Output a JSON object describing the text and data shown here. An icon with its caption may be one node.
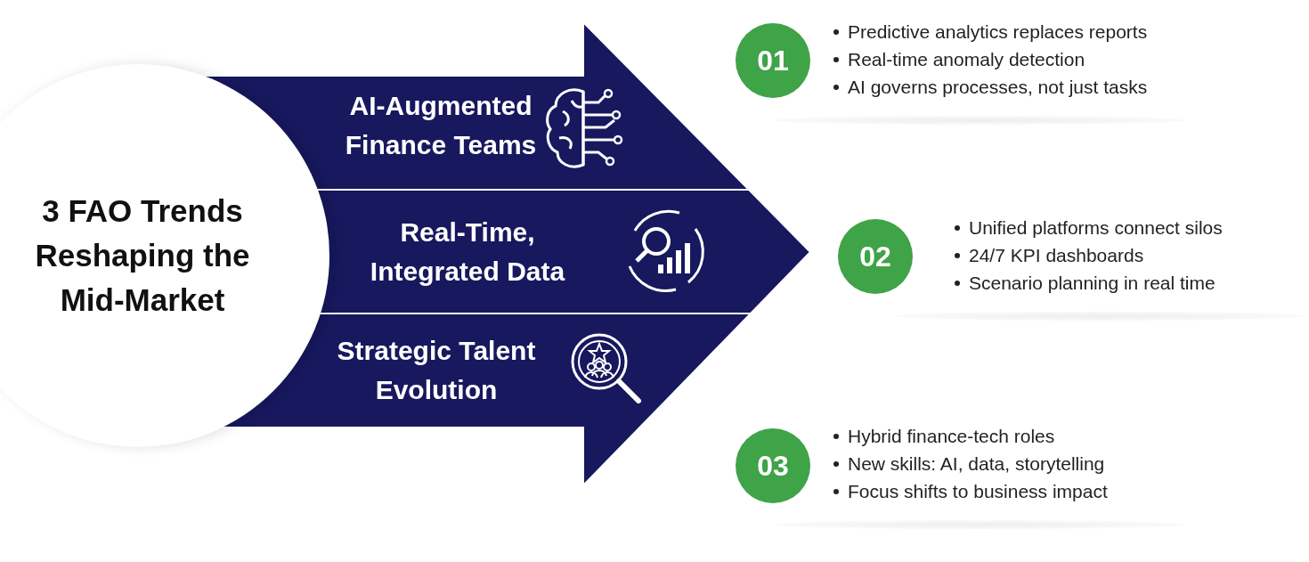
{
  "diagram": {
    "nodes": [
      {
        "text": [
          "3 FAO Trends Reshaping the Mid-Market"
        ]
      },
      {
        "text": [
          "AI-Augmented Finance Teams"
        ]
      },
      {
        "text": [
          "Real-Time, Integrated Data"
        ]
      },
      {
        "text": [
          "Strategic Talent Evolution"
        ]
      },
      {
        "text": [
          "01"
        ],
        "beside": [
          "Predictive analytics replaces reports",
          "Real-time anomaly detection",
          "AI governs processes, not just tasks"
        ]
      },
      {
        "text": [
          "02"
        ],
        "beside": [
          "Unified platforms connect silos",
          "24/7 KPI dashboards",
          "Scenario planning in real time"
        ]
      },
      {
        "text": [
          "03"
        ],
        "beside": [
          "Hybrid finance-tech roles",
          "New skills: AI, data, storytelling",
          "Focus shifts to business impact"
        ]
      }
    ],
    "edges": []
  }
}
